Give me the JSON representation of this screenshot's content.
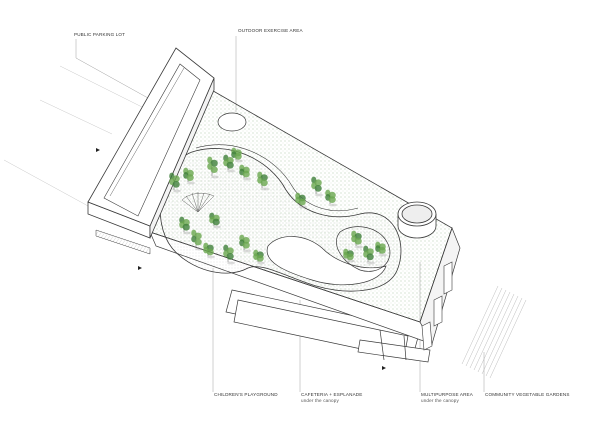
{
  "labels": {
    "parking": {
      "title": "PUBLIC PARKING LOT"
    },
    "exercise": {
      "title": "OUTDOOR EXERCISE AREA"
    },
    "playground": {
      "title": "CHILDREN'S PLAYGROUND"
    },
    "cafeteria": {
      "title": "CAFETERIA + ESPLANADE",
      "sub": "under the canopy"
    },
    "multipurpose": {
      "title": "MULTIPURPOSE AREA",
      "sub": "under the canopy"
    },
    "gardens": {
      "title": "COMMUNITY VEGETABLE GARDENS"
    }
  },
  "colors": {
    "line": "#3a3a3a",
    "leader": "#9a9a9a",
    "tree": "#6aa84f",
    "tree_dark": "#3f7f3a",
    "stipple": "#b9cfb0"
  }
}
